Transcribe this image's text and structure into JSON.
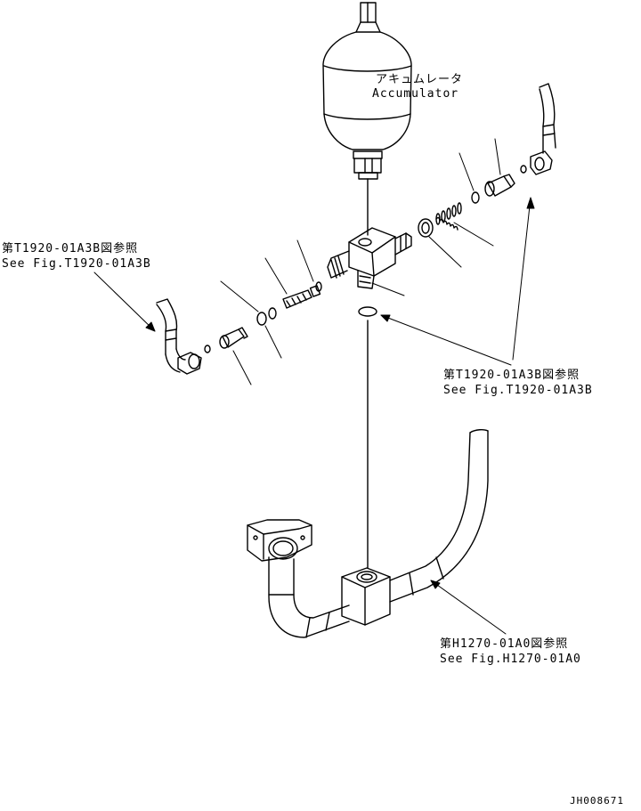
{
  "labels": {
    "accumulator_jp": "アキュムレータ",
    "accumulator_en": "Accumulator",
    "ref_left_jp": "第T1920-01A3B図参照",
    "ref_left_en": "See Fig.T1920-01A3B",
    "ref_right_jp": "第T1920-01A3B図参照",
    "ref_right_en": "See Fig.T1920-01A3B",
    "ref_bottom_jp": "第H1270-01A0図参照",
    "ref_bottom_en": "See Fig.H1270-01A0",
    "drawing_id": "JH008671"
  }
}
